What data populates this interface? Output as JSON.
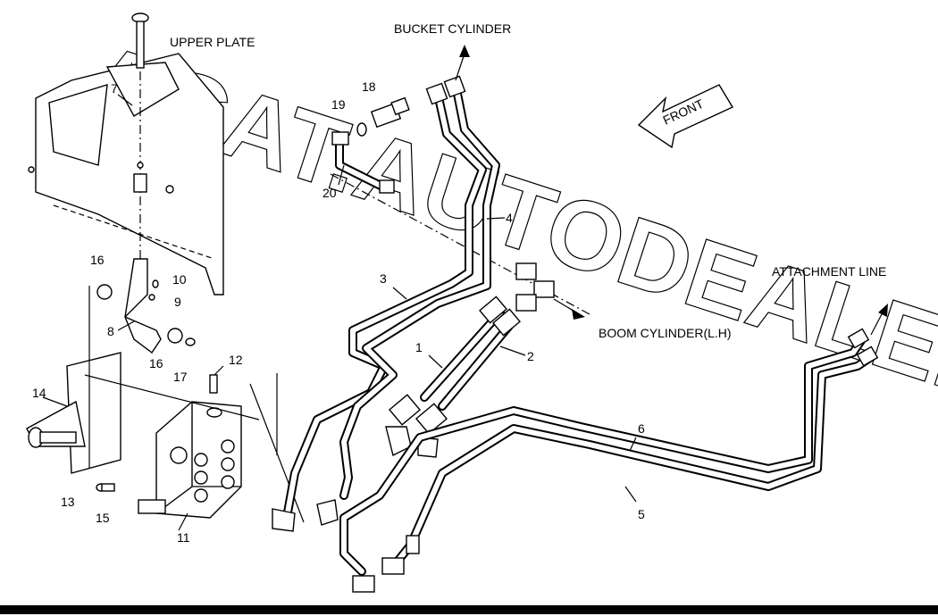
{
  "watermark": "ACAT.AUTODEALER.RU",
  "labels": {
    "upper_plate": "UPPER PLATE",
    "bucket_cylinder": "BUCKET CYLINDER",
    "front": "FRONT",
    "attachment_line": "ATTACHMENT LINE",
    "boom_cylinder": "BOOM CYLINDER(L.H)"
  },
  "callouts": [
    "1",
    "2",
    "3",
    "4",
    "5",
    "6",
    "7",
    "8",
    "9",
    "10",
    "11",
    "12",
    "13",
    "14",
    "15",
    "16",
    "16",
    "17",
    "18",
    "19",
    "20"
  ]
}
